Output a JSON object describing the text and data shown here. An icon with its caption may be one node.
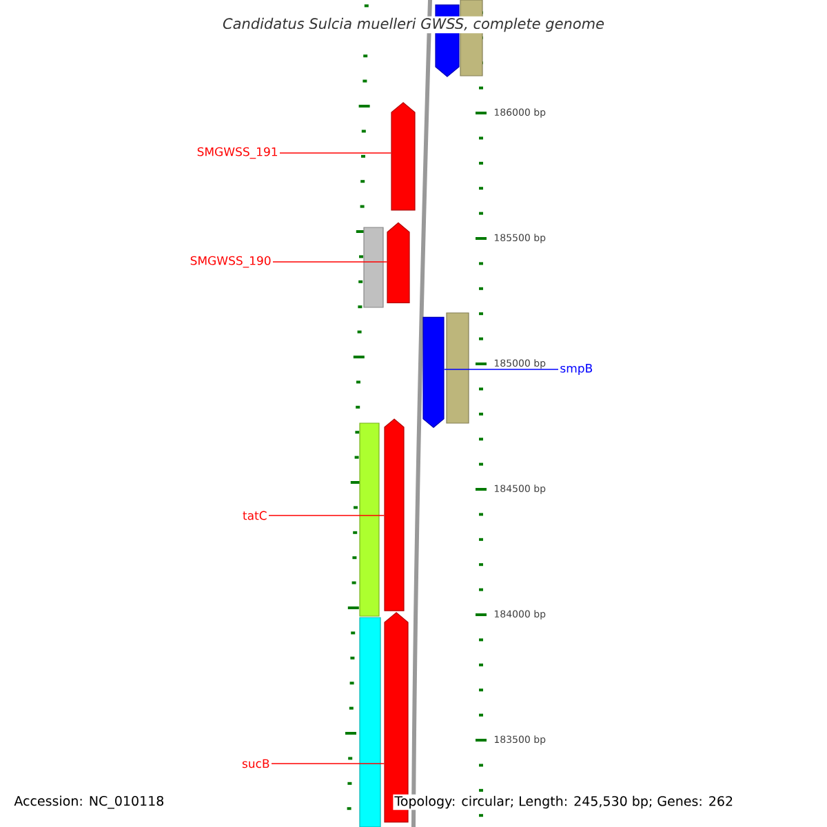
{
  "diagram": {
    "title": "Candidatus Sulcia muelleri GWSS, complete genome",
    "nodes": [
      {
        "text": [
          "SMGWSS_191"
        ]
      },
      {
        "text": [
          "SMGWSS_190"
        ]
      },
      {
        "text": [
          "smpB"
        ]
      },
      {
        "text": [
          "tatC"
        ]
      },
      {
        "text": [
          "sucB"
        ]
      },
      {
        "text": [],
        "shape": "arrow"
      },
      {
        "text": [],
        "shape": "bar"
      },
      {
        "text": [],
        "shape": "arrow"
      },
      {
        "text": [],
        "shape": "bar"
      },
      {
        "text": [],
        "shape": "arrow"
      },
      {
        "text": [],
        "shape": "arrow"
      },
      {
        "text": [],
        "shape": "bar"
      },
      {
        "text": [],
        "shape": "bar"
      },
      {
        "text": [],
        "shape": "arrow"
      },
      {
        "text": [],
        "shape": "bar"
      },
      {
        "text": [],
        "shape": "arrow"
      }
    ],
    "edges": [
      {
        "from": 0,
        "to": 7,
        "arrow": "none"
      },
      {
        "from": 1,
        "to": 9,
        "arrow": "none"
      },
      {
        "from": 2,
        "to": 10,
        "arrow": "none",
        "color": "#0000ff"
      },
      {
        "from": 3,
        "to": 13,
        "arrow": "none"
      },
      {
        "from": 4,
        "to": 15,
        "arrow": "none"
      }
    ],
    "labels": [
      "186000 bp",
      "185500 bp",
      "185000 bp",
      "184500 bp",
      "184000 bp",
      "183500 bp",
      "Accession: NC_010118",
      "Topology: circular; Length: 245,530 bp; Genes: 262"
    ]
  }
}
